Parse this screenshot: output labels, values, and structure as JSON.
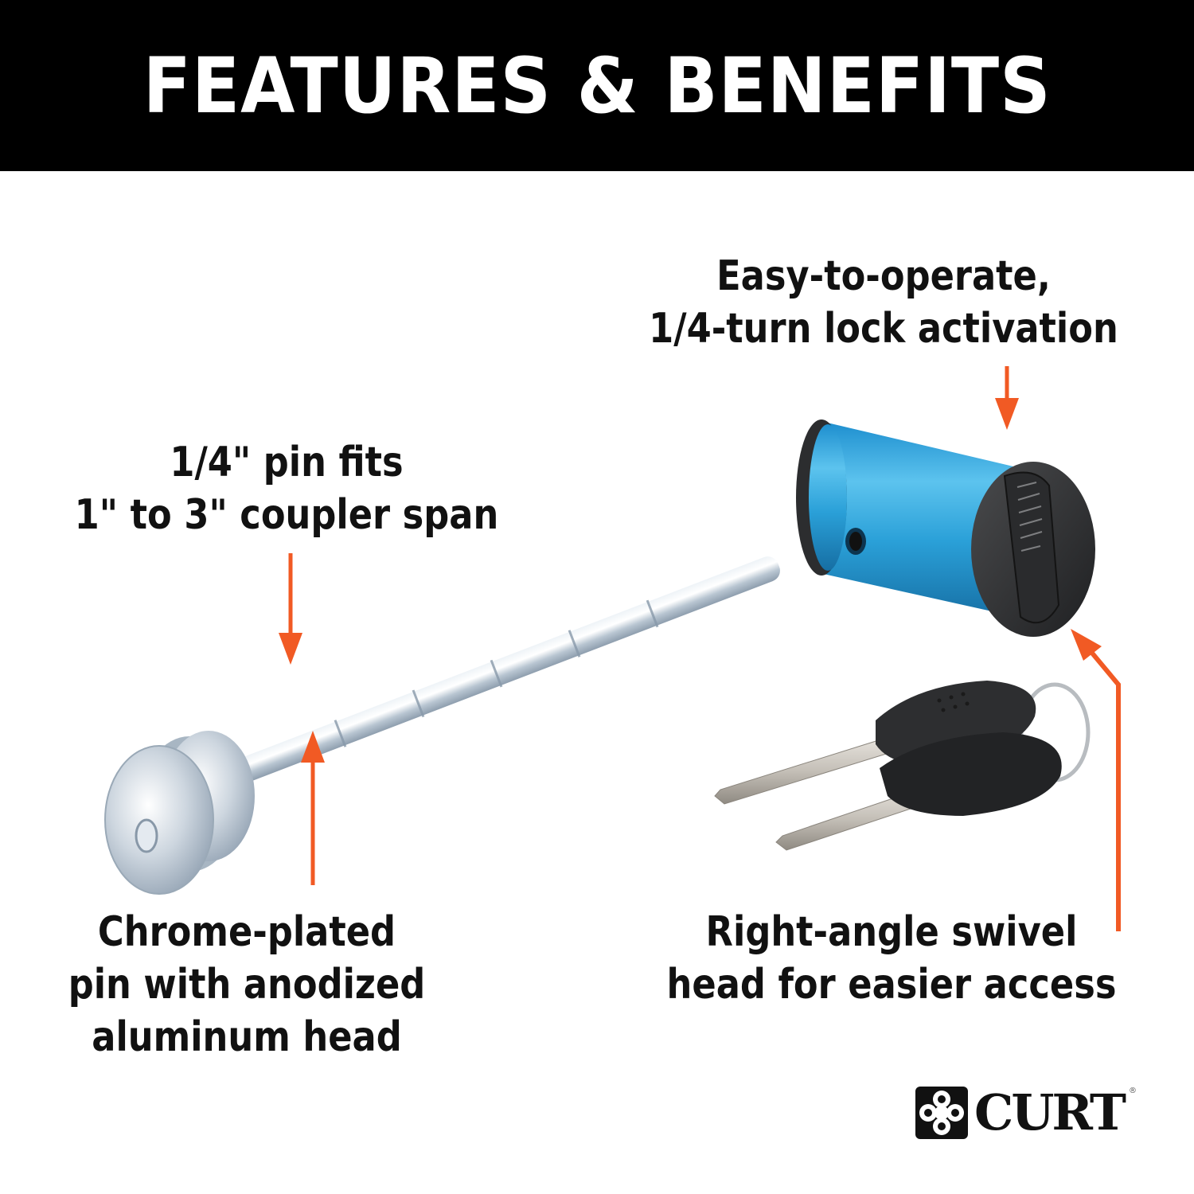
{
  "header": {
    "title": "FEATURES & BENEFITS"
  },
  "callouts": {
    "pin_size": {
      "lines": [
        "1/4\" pin fits",
        "1\" to 3\" coupler span"
      ]
    },
    "quarter_turn": {
      "lines": [
        "Easy-to-operate,",
        "1/4-turn lock activation"
      ]
    },
    "chrome": {
      "lines": [
        "Chrome-plated",
        "pin with anodized",
        "aluminum head"
      ]
    },
    "swivel": {
      "lines": [
        "Right-angle swivel",
        "head for easier access"
      ]
    }
  },
  "brand": {
    "name": "CURT",
    "registered": "®"
  },
  "colors": {
    "header_bg": "#000000",
    "header_text": "#ffffff",
    "arrow": "#f15a24",
    "lock_body": "#2aa0d8",
    "lock_cap": "#2e2f31",
    "chrome": "#c9d3dc",
    "text": "#111111"
  },
  "products": [
    {
      "name": "coupler-lock-pin",
      "description": "Chrome pin with grooved shaft and round head"
    },
    {
      "name": "swivel-lock-head",
      "description": "Blue anodized cylinder with black end cap"
    },
    {
      "name": "keys",
      "description": "Two keys on a split ring"
    }
  ]
}
